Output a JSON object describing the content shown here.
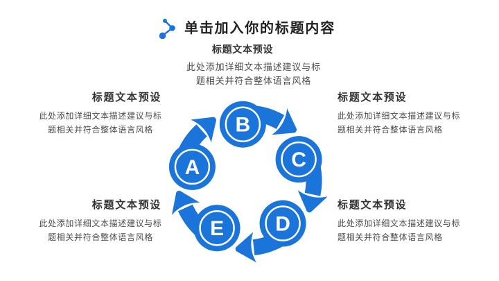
{
  "slide": {
    "title": "单击加入你的标题内容",
    "background": "#ffffff",
    "accent_blue": "#1a74d9"
  },
  "blocks": {
    "top": {
      "title": "标题文本预设",
      "body1": "此处添加详细文本描述建议与标",
      "body2": "题相关并符合整体语言风格"
    },
    "upper_left": {
      "title": "标题文本预设",
      "body1": "此处添加详细文本描述建议与标",
      "body2": "题相关并符合整体语言风格"
    },
    "upper_right": {
      "title": "标题文本预设",
      "body1": "此处添加详细文本描述建议与标",
      "body2": "题相关并符合整体语言风格"
    },
    "lower_left": {
      "title": "标题文本预设",
      "body1": "此处添加详细文本描述建议与标",
      "body2": "题相关并符合整体语言风格"
    },
    "lower_right": {
      "title": "标题文本预设",
      "body1": "此处添加详细文本描述建议与标",
      "body2": "题相关并符合整体语言风格"
    }
  },
  "diagram": {
    "type": "cycle",
    "direction": "clockwise",
    "flow": "A → B → C → D → E → A",
    "nodes": [
      {
        "letter": "A"
      },
      {
        "letter": "B"
      },
      {
        "letter": "C"
      },
      {
        "letter": "D"
      },
      {
        "letter": "E"
      }
    ],
    "node_color": "#1a74d9",
    "ring_color": "#ffffff",
    "letter_color": "#ffffff"
  }
}
